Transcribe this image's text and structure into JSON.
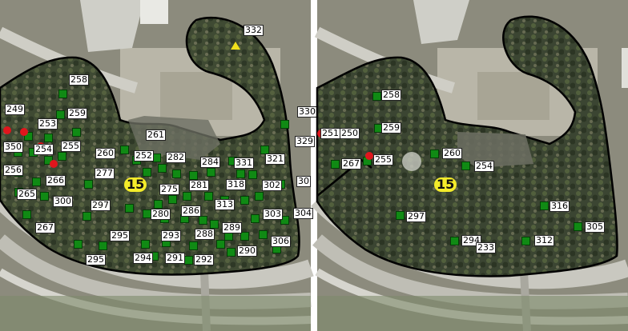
{
  "left_map": {
    "zone_label": "15",
    "labels": [
      "258",
      "249",
      "259",
      "253",
      "350",
      "254",
      "255",
      "256",
      "266",
      "265",
      "300",
      "267",
      "261",
      "260",
      "252",
      "282",
      "284",
      "331",
      "321",
      "330",
      "329",
      "277",
      "275",
      "281",
      "318",
      "302",
      "30",
      "286",
      "313",
      "297",
      "280",
      "303",
      "304",
      "289",
      "288",
      "295",
      "293",
      "294",
      "291",
      "292",
      "290",
      "306",
      "295",
      "332"
    ],
    "markers": 60,
    "red_dots": 4
  },
  "right_map": {
    "zone_label": "15",
    "labels": [
      "258",
      "251",
      "250",
      "259",
      "267",
      "255",
      "260",
      "254",
      "297",
      "316",
      "305",
      "294",
      "233",
      "312"
    ]
  },
  "colors": {
    "marker": "#108a14",
    "boundary": "#000000",
    "zone": "#f4ec2a",
    "dot": "#e0161d"
  }
}
